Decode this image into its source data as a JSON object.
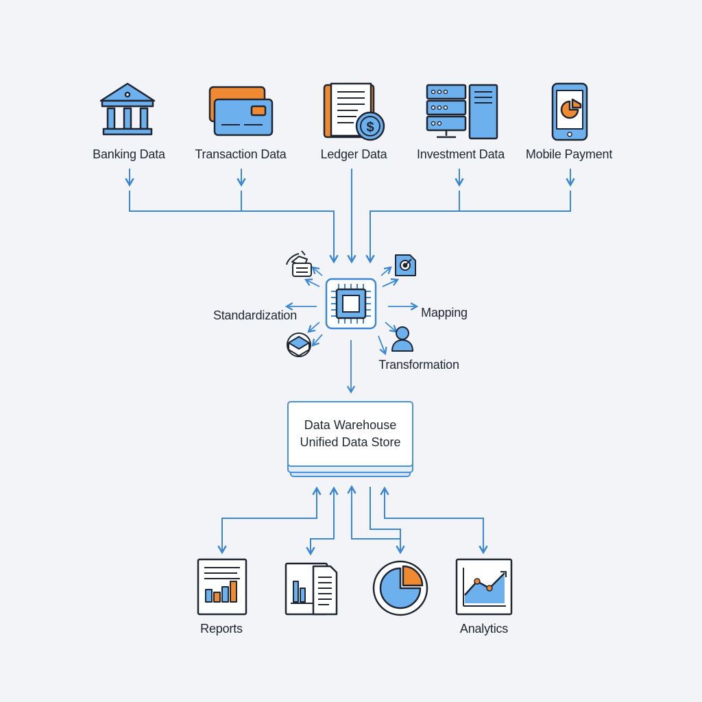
{
  "sources": [
    {
      "label": "Banking Data",
      "icon": "bank-icon"
    },
    {
      "label": "Transaction Data",
      "icon": "credit-card-icon"
    },
    {
      "label": "Ledger Data",
      "icon": "ledger-document-icon"
    },
    {
      "label": "Investment Data",
      "icon": "server-icon"
    },
    {
      "label": "Mobile Payment",
      "icon": "smartphone-icon"
    }
  ],
  "processing": {
    "hub_icon": "processor-chip-icon",
    "standardization_label": "Standardization",
    "mapping_label": "Mapping",
    "transformation_label": "Transformation"
  },
  "warehouse": {
    "line1": "Data Warehouse",
    "line2": "Unified Data Store"
  },
  "outputs": [
    {
      "label": "Reports",
      "icon": "bar-report-icon"
    },
    {
      "label": "",
      "icon": "document-chart-icon"
    },
    {
      "label": "",
      "icon": "pie-chart-icon"
    },
    {
      "label": "Analytics",
      "icon": "line-chart-icon"
    }
  ],
  "colors": {
    "accent": "#3a86d4",
    "icon_fill": "#6cb0ee",
    "icon_orange": "#f08a32",
    "outline": "#1f2530",
    "background": "#f2f4f7"
  }
}
